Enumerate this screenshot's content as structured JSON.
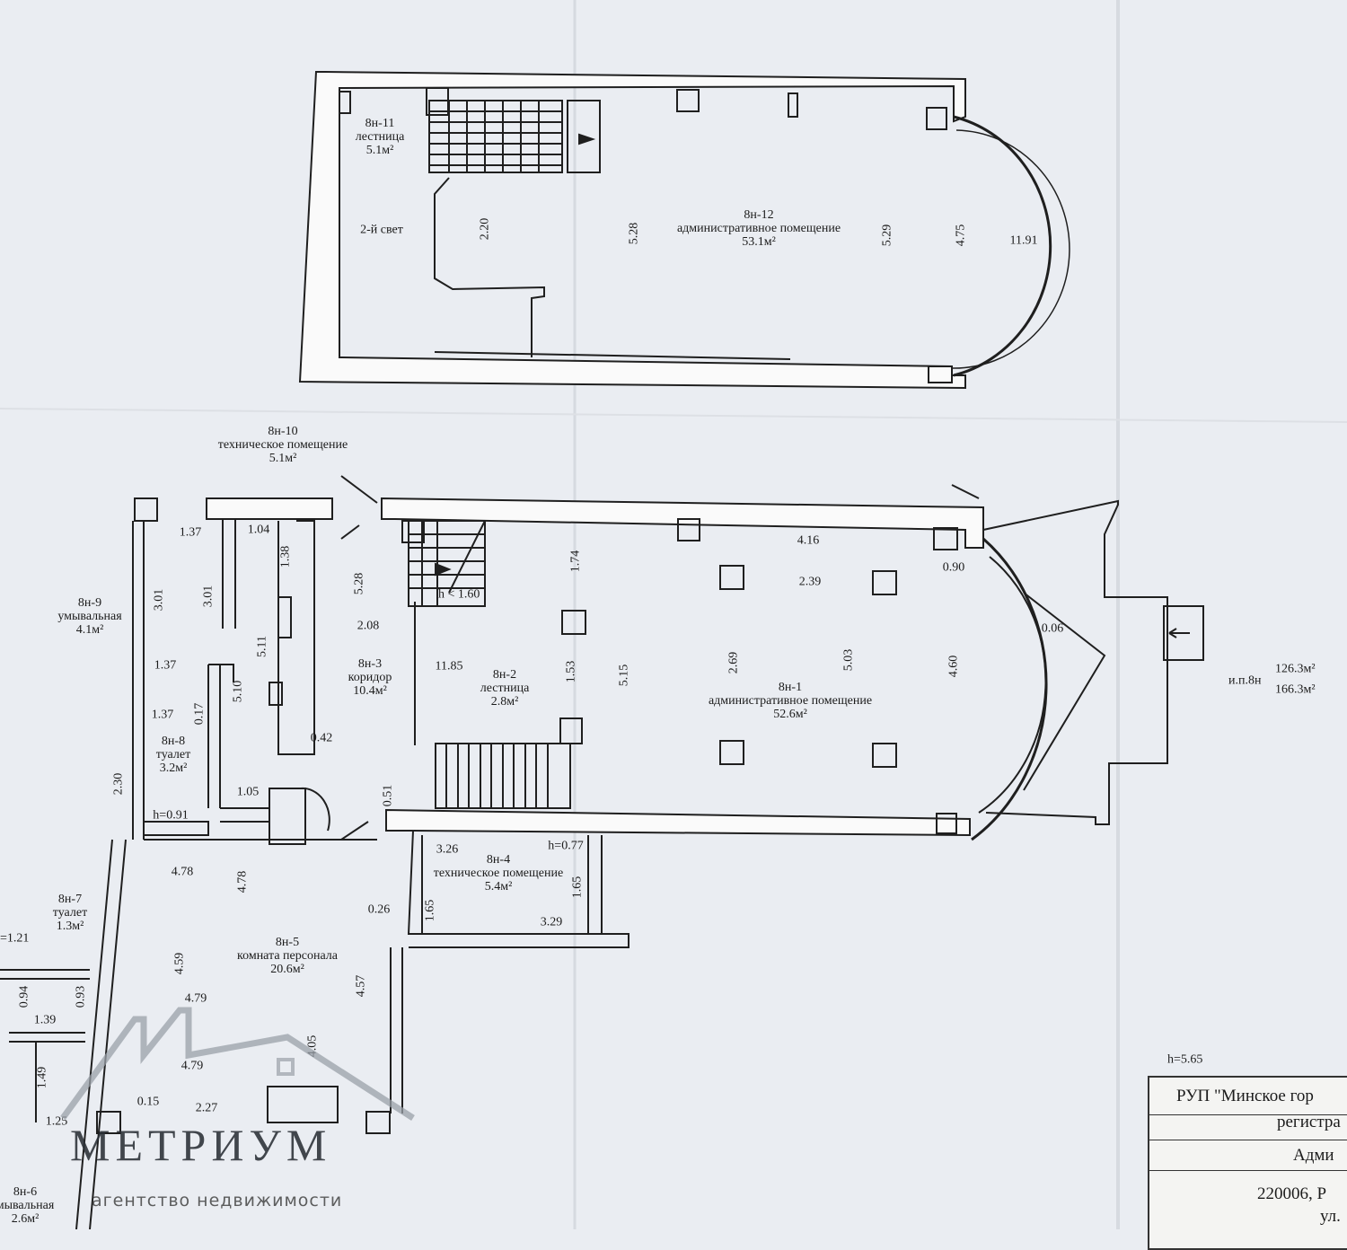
{
  "plan": {
    "rooms": [
      {
        "id": "r11",
        "code": "8н-11",
        "name": "лестница",
        "area": "5.1м²"
      },
      {
        "id": "r12",
        "code": "8н-12",
        "name": "административное помещение",
        "area": "53.1м²"
      },
      {
        "id": "r10",
        "code": "8н-10",
        "name": "техническое помещение",
        "area": "5.1м²"
      },
      {
        "id": "r9",
        "code": "8н-9",
        "name": "умывальная",
        "area": "4.1м²"
      },
      {
        "id": "r3",
        "code": "8н-3",
        "name": "коридор",
        "area": "10.4м²"
      },
      {
        "id": "r2",
        "code": "8н-2",
        "name": "лестница",
        "area": "2.8м²"
      },
      {
        "id": "r1",
        "code": "8н-1",
        "name": "административное помещение",
        "area": "52.6м²"
      },
      {
        "id": "r8",
        "code": "8н-8",
        "name": "туалет",
        "area": "3.2м²"
      },
      {
        "id": "r4",
        "code": "8н-4",
        "name": "техническое помещение",
        "area": "5.4м²"
      },
      {
        "id": "r5",
        "code": "8н-5",
        "name": "комната персонала",
        "area": "20.6м²"
      },
      {
        "id": "r7",
        "code": "8н-7",
        "name": "туалет",
        "area": "1.3м²"
      },
      {
        "id": "r6",
        "code": "8н-6",
        "name": "мывальная",
        "area": "2.6м²"
      }
    ],
    "second_light": "2-й свет",
    "totals": {
      "prefix": "и.п.8н",
      "area1": "126.3м²",
      "area2": "166.3м²"
    },
    "height_note": "h=5.65",
    "dimensions": [
      "2.20",
      "5.28",
      "5.29",
      "4.75",
      "11.91",
      "1.37",
      "1.04",
      "1.38",
      "3.01",
      "3.01",
      "5.28",
      "1.74",
      "4.16",
      "0.90",
      "2.39",
      "0.06",
      "2.08",
      "1.37",
      "5.11",
      "5.10",
      "0.17",
      "1.37",
      "11.85",
      "1.53",
      "5.15",
      "2.69",
      "5.03",
      "4.60",
      "0.42",
      "2.30",
      "1.05",
      "0.51",
      "h=0.91",
      "3.26",
      "h=0.77",
      "4.78",
      "4.78",
      "1.65",
      "1.65",
      "0.26",
      "3.29",
      "=1.21",
      "0.94",
      "0.93",
      "1.39",
      "4.59",
      "4.57",
      "4.79",
      "4.05",
      "4.79",
      "1.49",
      "0.15",
      "2.27",
      "1.25"
    ],
    "stair_height": "h < 1.60"
  },
  "stamp": {
    "line1": "РУП \"Минское гор",
    "line2": "регистра",
    "line3": "Адми",
    "line4": "220006, Р",
    "line5": "ул."
  },
  "watermark": {
    "name": "МЕТРИУМ",
    "tagline": "агентство недвижимости"
  }
}
